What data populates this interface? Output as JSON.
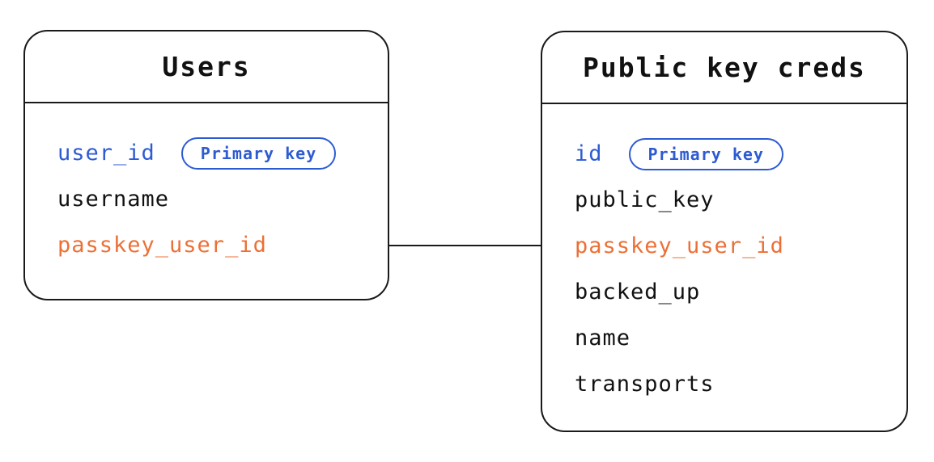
{
  "diagram": {
    "tables": [
      {
        "title": "Users",
        "fields": [
          {
            "name": "user_id",
            "role": "primary",
            "badge": "Primary key"
          },
          {
            "name": "username",
            "role": "normal"
          },
          {
            "name": "passkey_user_id",
            "role": "foreign"
          }
        ]
      },
      {
        "title": "Public key creds",
        "fields": [
          {
            "name": "id",
            "role": "primary",
            "badge": "Primary key"
          },
          {
            "name": "public_key",
            "role": "normal"
          },
          {
            "name": "passkey_user_id",
            "role": "foreign"
          },
          {
            "name": "backed_up",
            "role": "normal"
          },
          {
            "name": "name",
            "role": "normal"
          },
          {
            "name": "transports",
            "role": "normal"
          }
        ]
      }
    ],
    "relationship": {
      "from_table": "Users",
      "from_field": "passkey_user_id",
      "to_table": "Public key creds",
      "to_field": "passkey_user_id"
    }
  },
  "colors": {
    "primary_key_blue": "#2d5bd1",
    "foreign_key_orange": "#ec7036",
    "text_black": "#111111",
    "border_black": "#1a1a1a",
    "background": "#ffffff"
  }
}
